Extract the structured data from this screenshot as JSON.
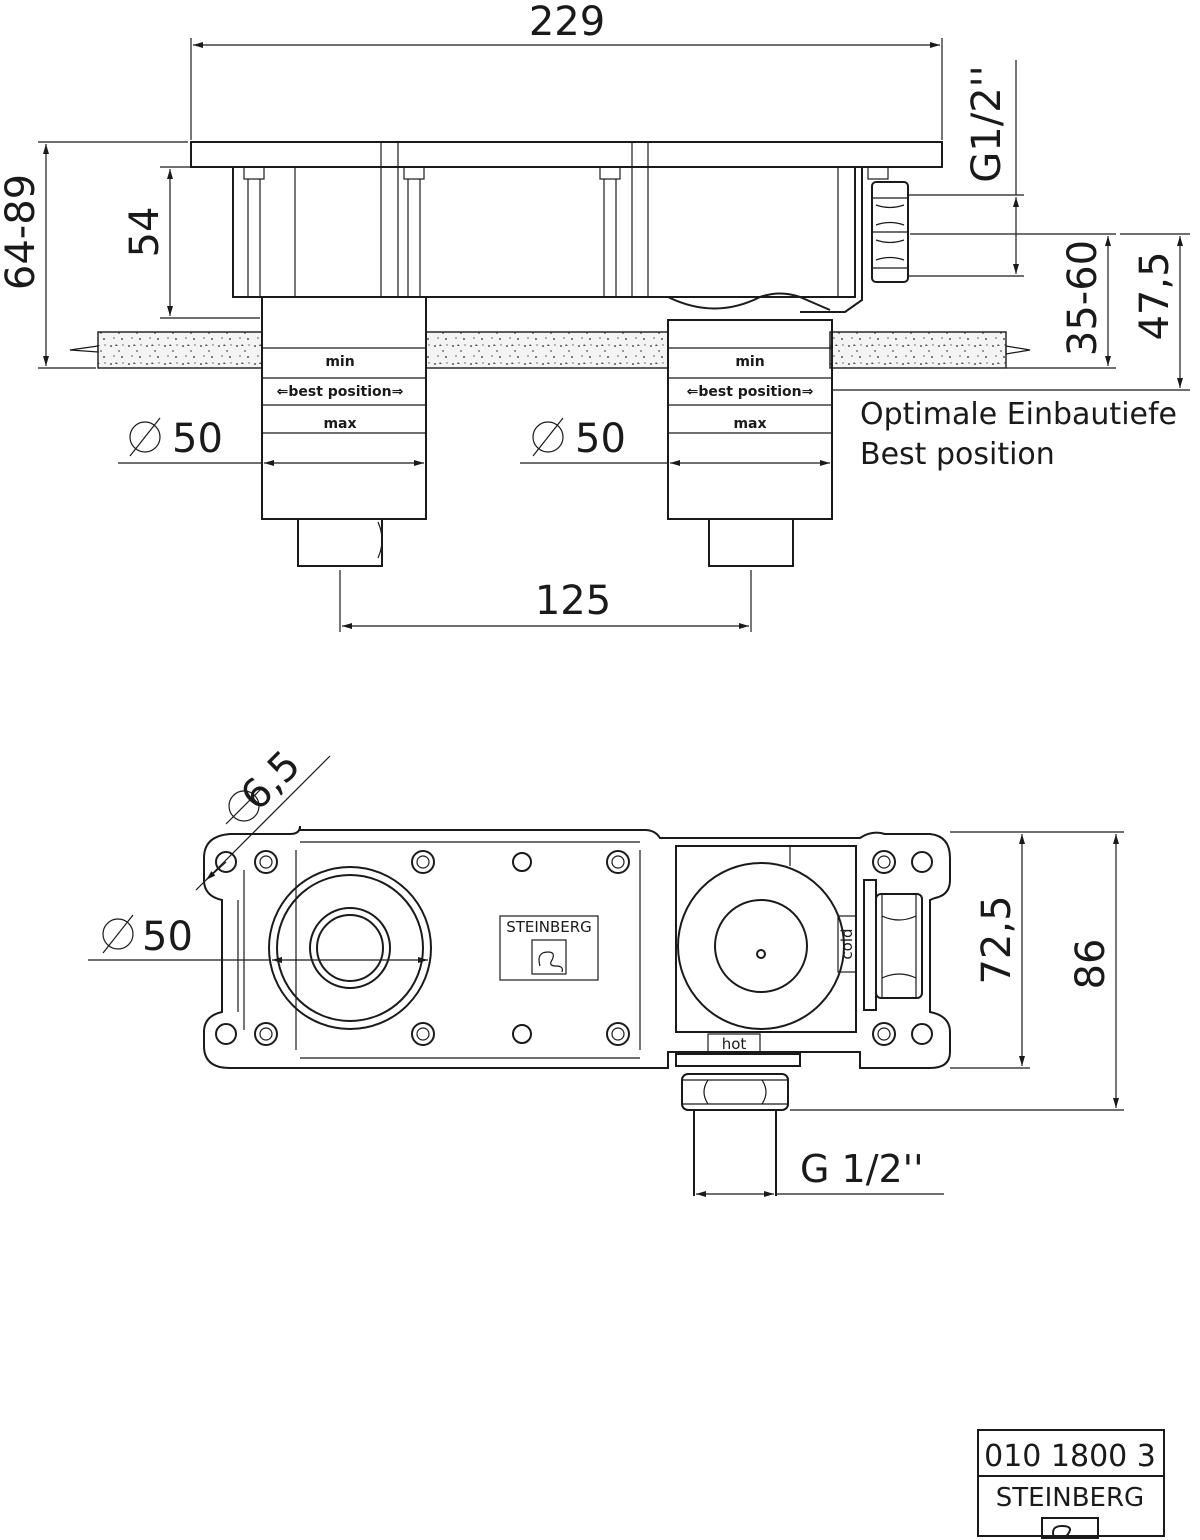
{
  "side_view": {
    "width_total": "229",
    "height_total": "64-89",
    "body_height": "54",
    "thread_right": "G1/2''",
    "range_right": "35-60",
    "depth_right": "47,5",
    "diameter_left": "50",
    "diameter_right": "50",
    "center_distance": "125",
    "sleeve_left": {
      "min": "min",
      "best": "⇐best position⇒",
      "max": "max"
    },
    "sleeve_right": {
      "min": "min",
      "best": "⇐best position⇒",
      "max": "max"
    },
    "note_de": "Optimale Einbautiefe",
    "note_en": "Best position"
  },
  "front_view": {
    "hole_diameter": "6,5",
    "outlet_diameter": "50",
    "plate_label": "STEINBERG",
    "height_inner": "72,5",
    "height_total": "86",
    "thread_bottom": "G 1/2''",
    "label_cold": "cold",
    "label_hot": "hot"
  },
  "title_block": {
    "article_number": "010 1800 3",
    "brand": "STEINBERG"
  }
}
